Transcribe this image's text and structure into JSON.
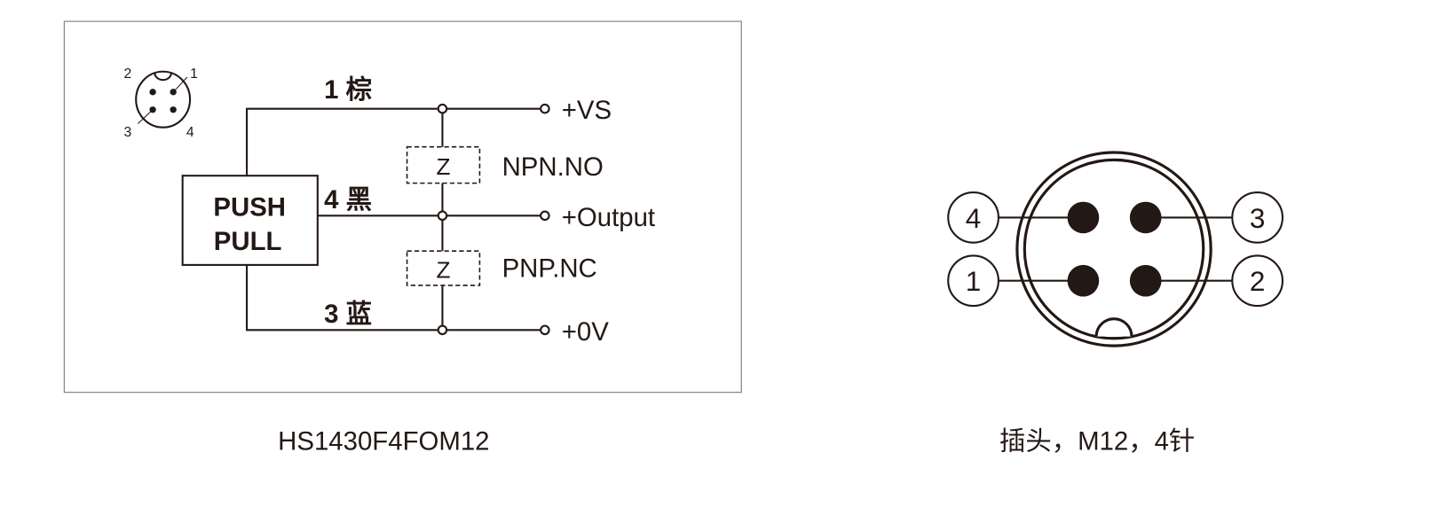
{
  "wiring": {
    "pin_labels": [
      "1",
      "2",
      "3",
      "4"
    ],
    "block_line1": "PUSH",
    "block_line2": "PULL",
    "wire_brown": "1 棕",
    "wire_black": "4 黑",
    "wire_blue": "3 蓝",
    "load_symbol": "Z",
    "terminal_vs": "+VS",
    "terminal_output": "+Output",
    "terminal_0v": "+0V",
    "npn_label": "NPN.NO",
    "pnp_label": "PNP.NC",
    "caption": "HS1430F4FOM12"
  },
  "connector": {
    "pins": [
      "4",
      "3",
      "1",
      "2"
    ],
    "caption": "插头，M12，4针"
  },
  "colors": {
    "ink": "#231815"
  }
}
